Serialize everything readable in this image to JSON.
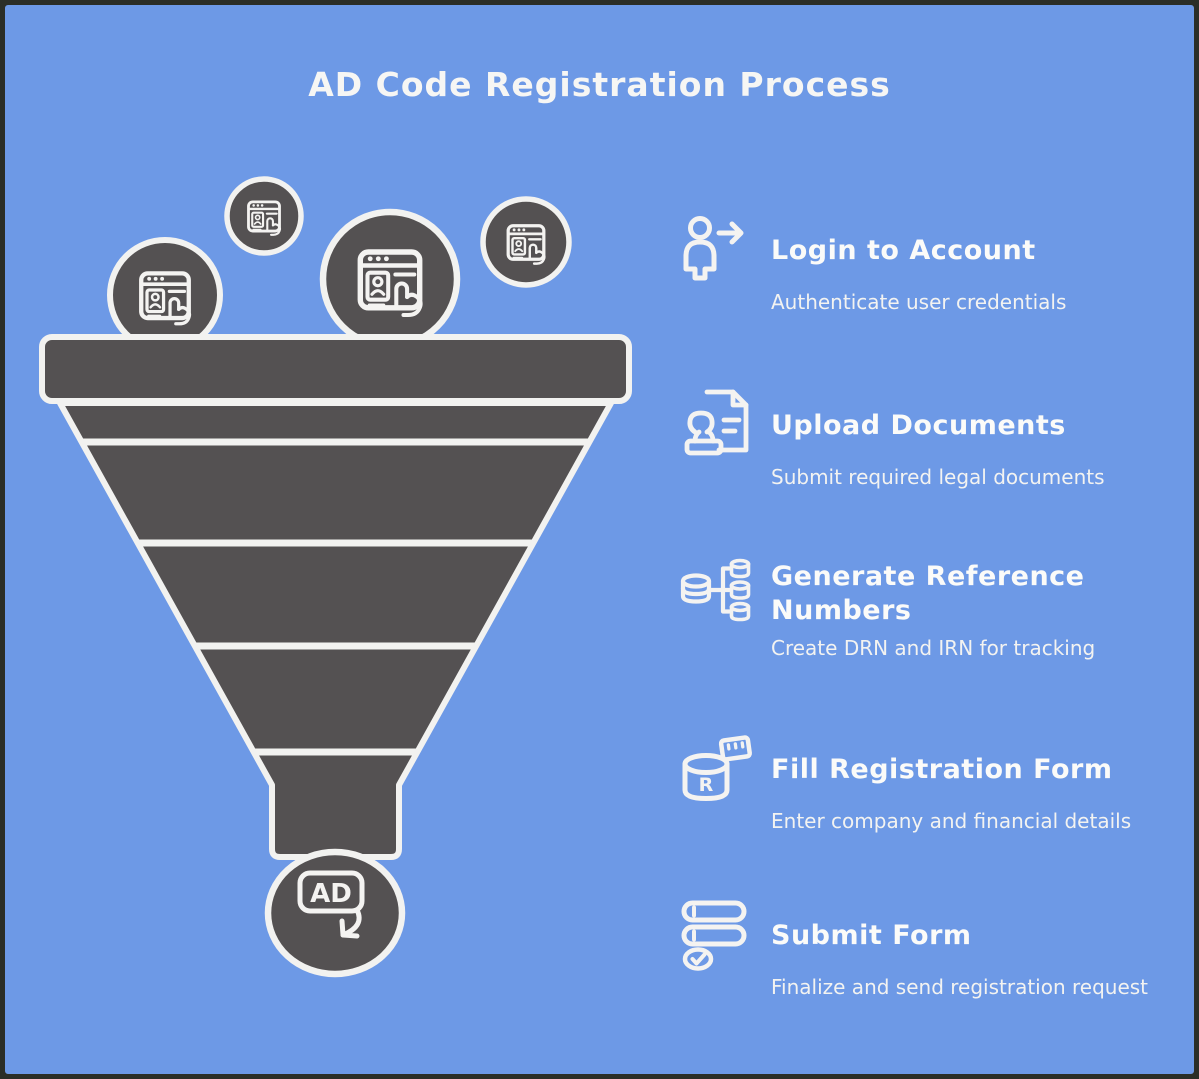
{
  "title": "AD Code Registration Process",
  "colors": {
    "background": "#6d99e6",
    "shape_fill": "#545152",
    "stroke": "#f2f2f0",
    "frame_border": "#2b2e27"
  },
  "funnel": {
    "bubble_icon": "browser-click-icon",
    "ad_badge_label": "AD"
  },
  "steps": [
    {
      "icon": "login-arrow-icon",
      "title": "Login to Account",
      "description": "Authenticate user credentials"
    },
    {
      "icon": "stamp-document-icon",
      "title": "Upload Documents",
      "description": "Submit required legal documents"
    },
    {
      "icon": "database-branch-icon",
      "title": "Generate Reference Numbers",
      "description": "Create DRN and IRN for tracking"
    },
    {
      "icon": "database-r-ticket-icon",
      "icon_label": "R",
      "title": "Fill Registration Form",
      "description": "Enter company and financial details"
    },
    {
      "icon": "form-submit-icon",
      "title": "Submit Form",
      "description": "Finalize and send registration request"
    }
  ]
}
